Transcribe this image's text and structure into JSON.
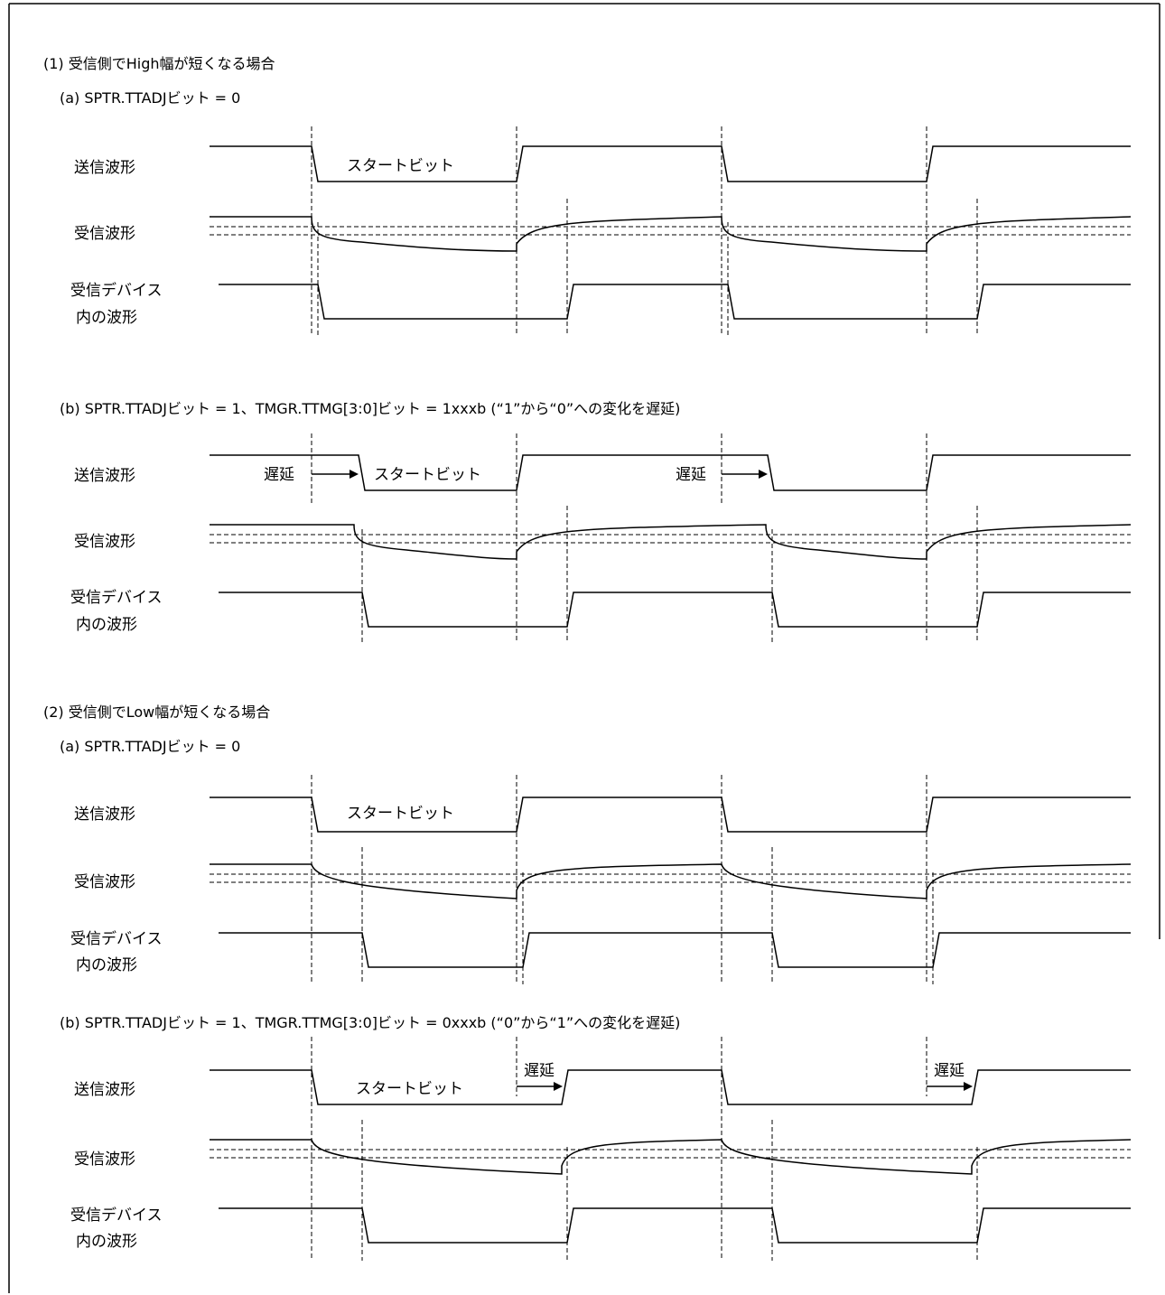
{
  "sections": [
    {
      "title": "(1) 受信側でHigh幅が短くなる場合",
      "parts": [
        {
          "title": "(a) SPTR.TTADJビット = 0",
          "start_bit": "スタートビット",
          "delay": ""
        },
        {
          "title": "(b) SPTR.TTADJビット = 1、TMGR.TTMG[3:0]ビット = 1xxxb (“1”から“0”への変化を遅延)",
          "start_bit": "スタートビット",
          "delay": "遅延"
        }
      ]
    },
    {
      "title": "(2) 受信側でLow幅が短くなる場合",
      "parts": [
        {
          "title": "(a) SPTR.TTADJビット = 0",
          "start_bit": "スタートビット",
          "delay": ""
        },
        {
          "title": "(b) SPTR.TTADJビット = 1、TMGR.TTMG[3:0]ビット = 0xxxb (“0”から“1”への変化を遅延)",
          "start_bit": "スタートビット",
          "delay": "遅延"
        }
      ]
    }
  ],
  "signals": {
    "tx": "送信波形",
    "rx": "受信波形",
    "dev_line1": "受信デバイス",
    "dev_line2": "内の波形"
  }
}
